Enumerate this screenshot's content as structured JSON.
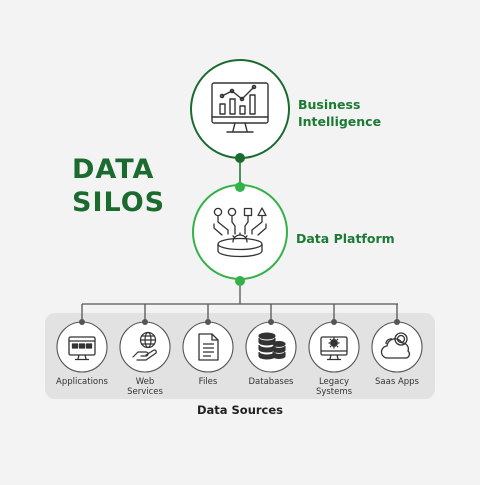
{
  "title": {
    "line1": "DATA",
    "line2": "SILOS"
  },
  "nodes": {
    "business_intelligence": {
      "line1": "Business",
      "line2": "Intelligence",
      "icon": "monitor-chart-icon"
    },
    "data_platform": {
      "label": "Data Platform",
      "icon": "data-platform-icon"
    }
  },
  "sources": [
    {
      "line1": "Applications",
      "line2": "",
      "icon": "applications-icon"
    },
    {
      "line1": "Web",
      "line2": "Services",
      "icon": "web-services-icon"
    },
    {
      "line1": "Files",
      "line2": "",
      "icon": "file-icon"
    },
    {
      "line1": "Databases",
      "line2": "",
      "icon": "database-icon"
    },
    {
      "line1": "Legacy",
      "line2": "Systems",
      "icon": "legacy-systems-icon"
    },
    {
      "line1": "Saas Apps",
      "line2": "",
      "icon": "cloud-gear-icon"
    }
  ],
  "footer": "Data Sources",
  "colors": {
    "green_dark": "#1b6b2f",
    "green": "#33b249",
    "panel": "#e2e2e2",
    "icon_stroke": "#333333"
  }
}
